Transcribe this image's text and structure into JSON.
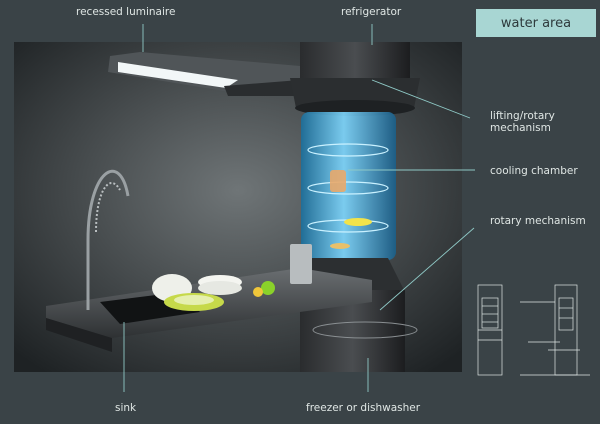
{
  "header": {
    "section_title": "water area"
  },
  "labels": {
    "recessed_luminaire": "recessed luminaire",
    "refrigerator": "refrigerator",
    "lifting_rotary_line1": "lifting/rotary",
    "lifting_rotary_line2": "mechanism",
    "cooling_chamber": "cooling  chamber",
    "rotary_mechanism": "rotary mechanism",
    "sink": "sink",
    "freezer_or_dishwasher": "freezer or dishwasher"
  },
  "colors": {
    "page_background": "#3a4347",
    "accent": "#a8d6d3",
    "leader_line": "#8fc9c6",
    "glow": "#58c8ff"
  }
}
